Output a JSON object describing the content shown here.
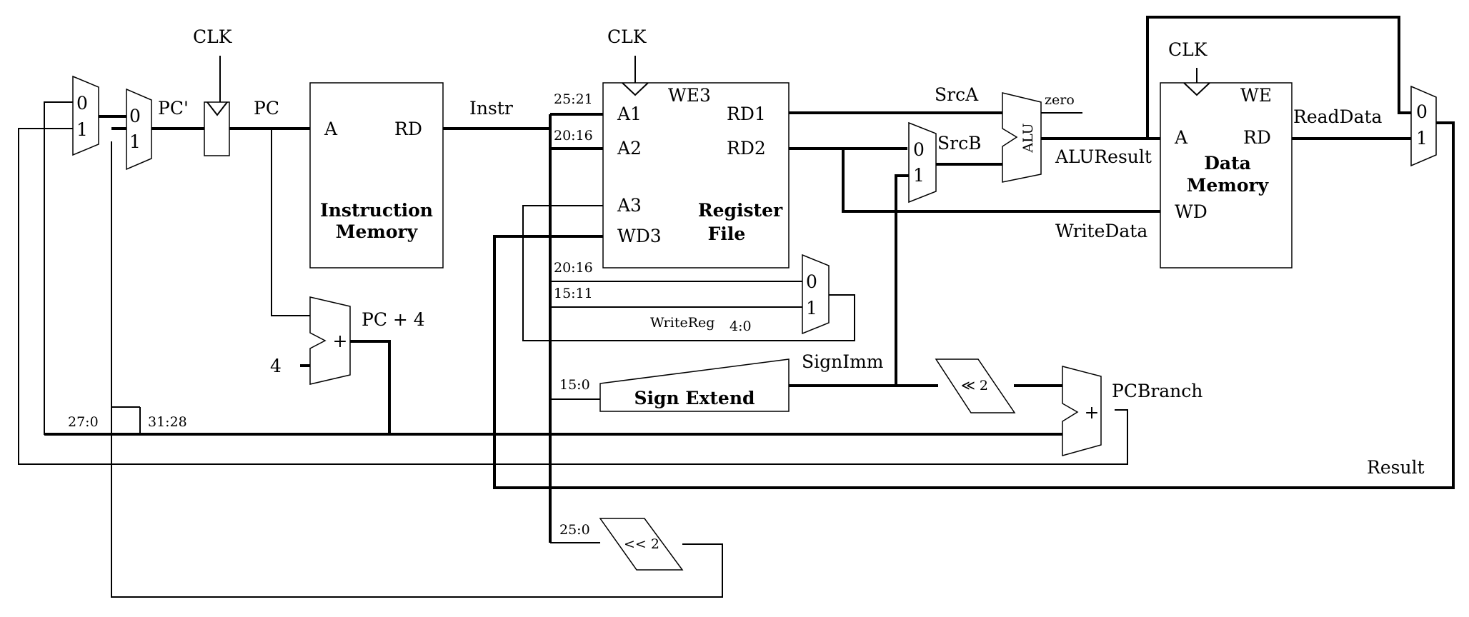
{
  "labels": {
    "clk": "CLK",
    "pc_prime": "PC'",
    "pc": "PC",
    "instr": "Instr",
    "pc_plus_4": "PC + 4",
    "four": "4",
    "bits_27_0": "27:0",
    "bits_31_28": "31:28",
    "bits_25_21": "25:21",
    "bits_20_16_a": "20:16",
    "bits_20_16_b": "20:16",
    "bits_15_11": "15:11",
    "bits_15_0": "15:0",
    "bits_25_0": "25:0",
    "write_reg": "WriteReg",
    "write_reg_sub": "4:0",
    "src_a": "SrcA",
    "src_b": "SrcB",
    "zero": "zero",
    "alu_result": "ALUResult",
    "write_data": "WriteData",
    "read_data": "ReadData",
    "sign_imm": "SignImm",
    "pc_branch": "PCBranch",
    "result": "Result"
  },
  "blocks": {
    "instruction_memory": {
      "port_a": "A",
      "port_rd": "RD",
      "title_1": "Instruction",
      "title_2": "Memory"
    },
    "register_file": {
      "a1": "A1",
      "a2": "A2",
      "a3": "A3",
      "wd3": "WD3",
      "we3": "WE3",
      "rd1": "RD1",
      "rd2": "RD2",
      "title_1": "Register",
      "title_2": "File"
    },
    "data_memory": {
      "a": "A",
      "rd": "RD",
      "wd": "WD",
      "we": "WE",
      "title_1": "Data",
      "title_2": "Memory"
    },
    "sign_extend": {
      "title": "Sign Extend"
    },
    "alu": {
      "title": "ALU"
    },
    "adder_symbol": "+",
    "shift_left_2_a": "≪ 2",
    "shift_left_2_b": "<< 2"
  },
  "muxes": [
    {
      "in0": "0",
      "in1": "1"
    },
    {
      "in0": "0",
      "in1": "1"
    },
    {
      "in0": "0",
      "in1": "1"
    },
    {
      "in0": "0",
      "in1": "1"
    },
    {
      "in0": "0",
      "in1": "1"
    }
  ]
}
